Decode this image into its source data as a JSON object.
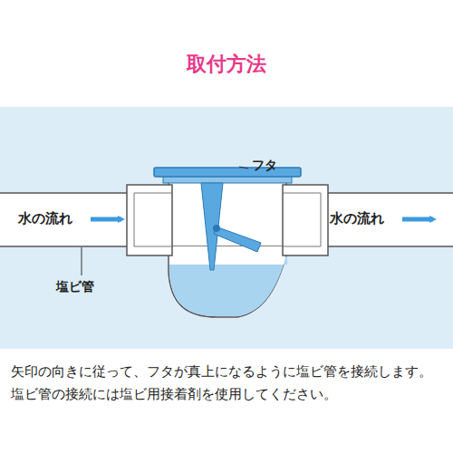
{
  "diagram": {
    "title": "取付方法",
    "labels": [
      "フタ",
      "水の流れ",
      "水の流れ",
      "塩ビ管",
      "矢印の向きに従って、フタが真上になるように塩ビ管を接続します。",
      "塩ビ管の接続には塩ビ用接着剤を使用してください。"
    ]
  }
}
